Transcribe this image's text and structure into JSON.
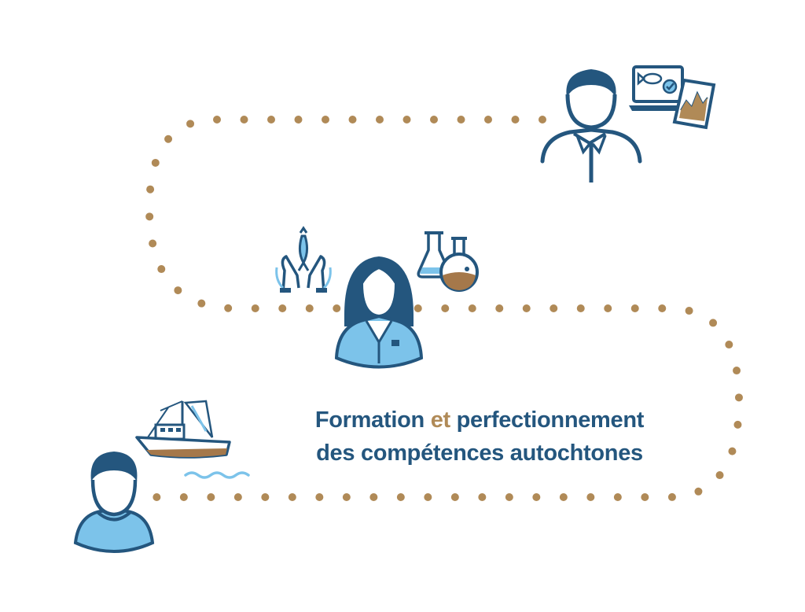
{
  "caption": {
    "line1_part1": "Formation ",
    "line1_accent": "et",
    "line1_part2": " perfectionnement",
    "line2": "des compétences autochtones"
  },
  "colors": {
    "primary": "#24567e",
    "accent": "#b08a57",
    "light_blue": "#7cc3ea",
    "sand": "#a5784a"
  },
  "icons": [
    "fisherman-avatar",
    "fishing-boat-icon",
    "waves-icon",
    "scientist-avatar",
    "hands-holding-fish-icon",
    "lab-flasks-icon",
    "analyst-avatar",
    "fish-monitor-icon",
    "chart-document-icon"
  ]
}
